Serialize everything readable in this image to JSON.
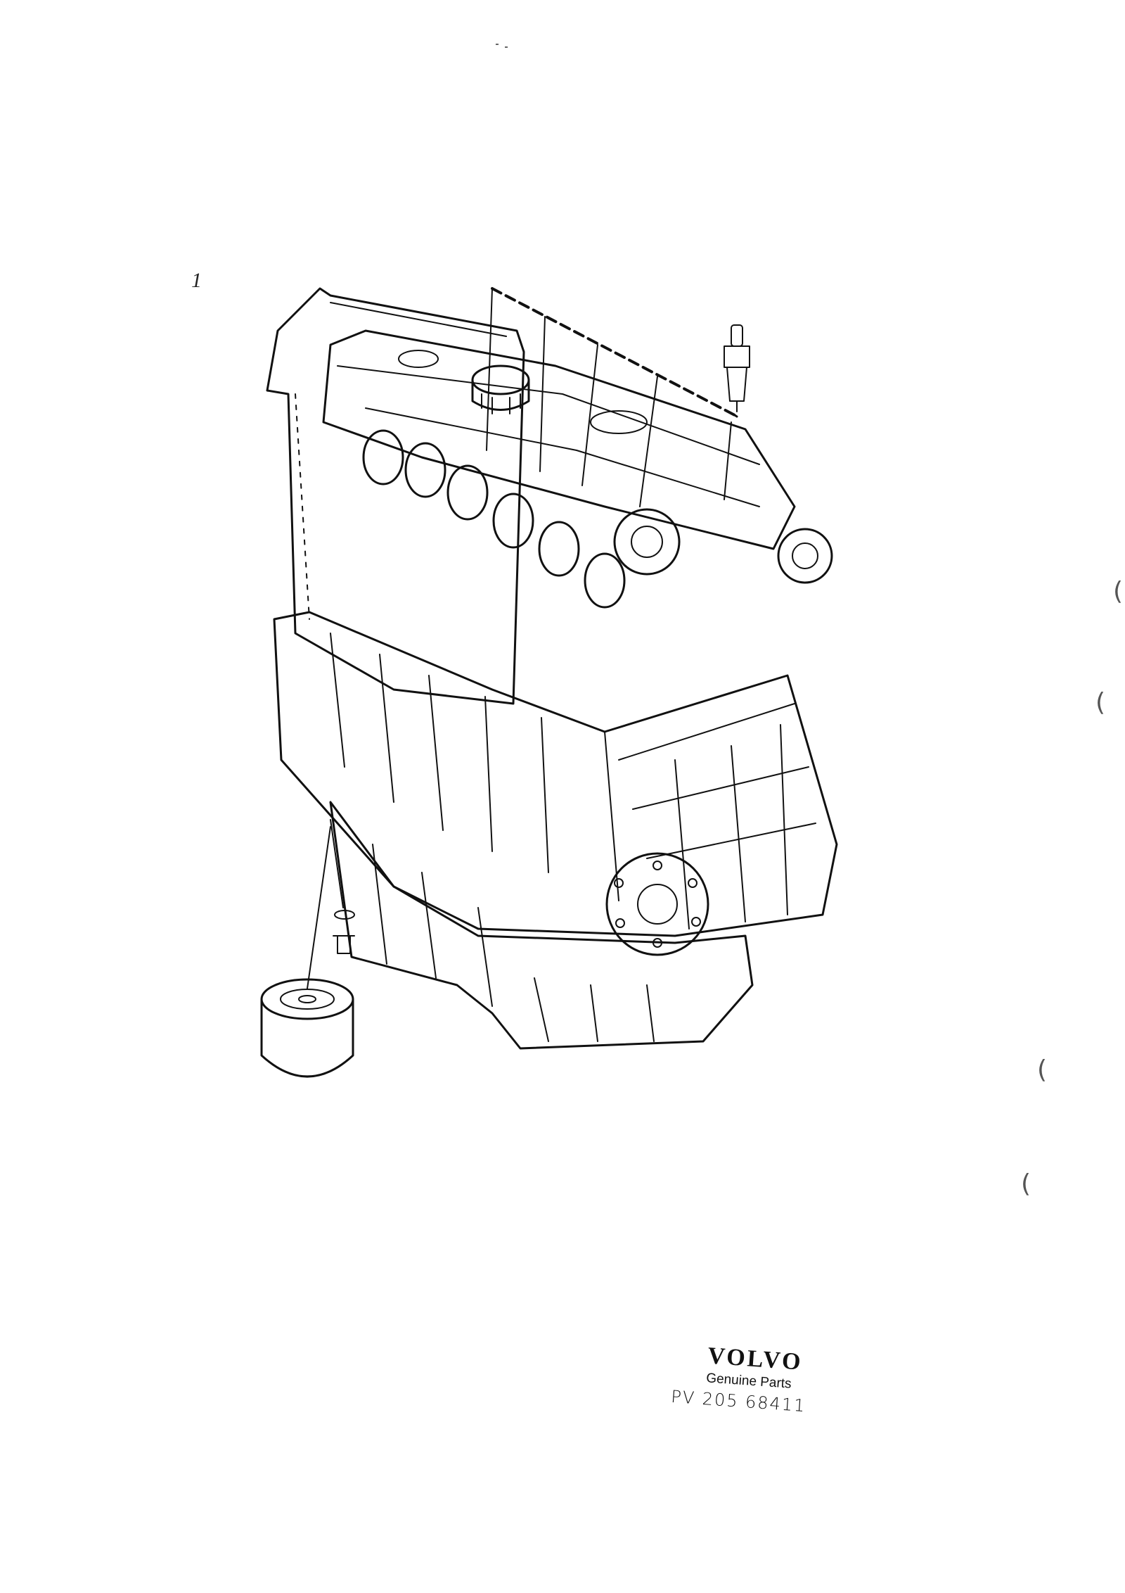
{
  "diagram": {
    "callout_number": "1",
    "binder_marks": [
      "(",
      "(",
      "(",
      "("
    ]
  },
  "brand": {
    "logo_text": "VOLVO",
    "subtitle": "Genuine Parts",
    "publication_code": "PV  205 68411"
  }
}
